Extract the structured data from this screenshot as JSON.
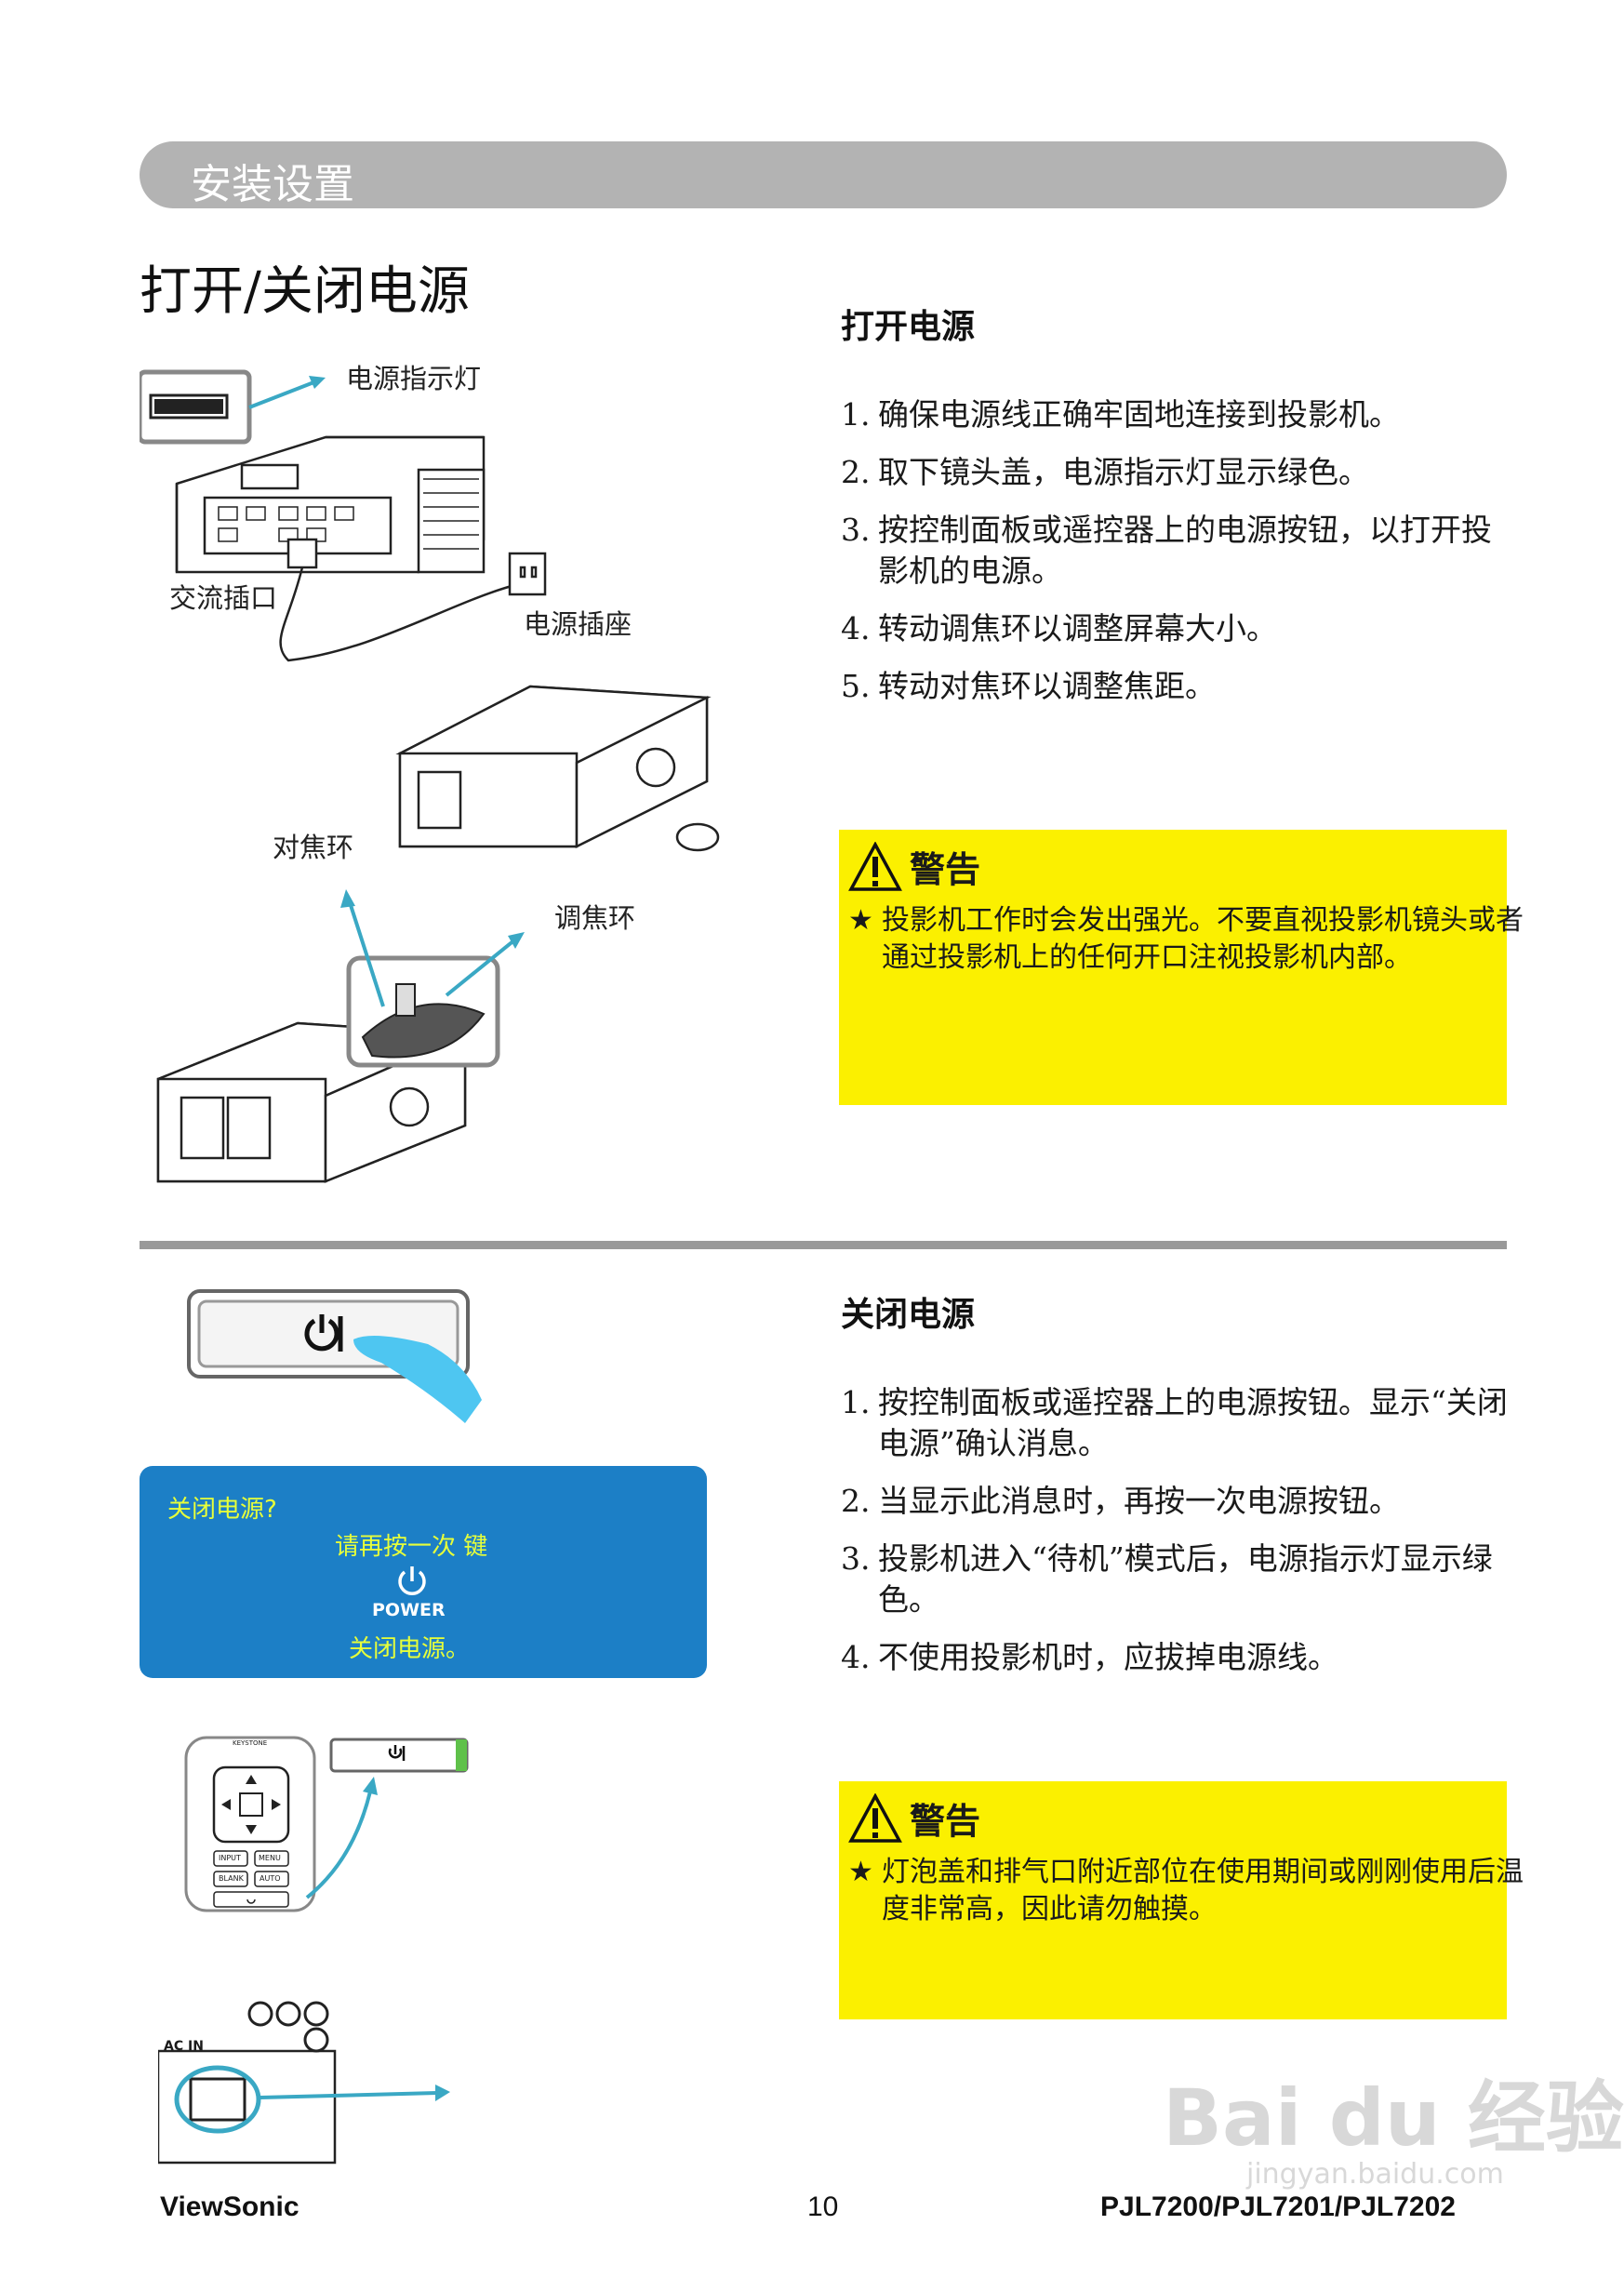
{
  "header": {
    "section": "安装设置"
  },
  "page_title": "打开/关闭电源",
  "power_on": {
    "heading": "打开电源",
    "steps": [
      {
        "num": "1.",
        "text": "确保电源线正确牢固地连接到投影机。"
      },
      {
        "num": "2.",
        "text": "取下镜头盖，电源指示灯显示绿色。"
      },
      {
        "num": "3.",
        "text": "按控制面板或遥控器上的电源按钮，以打开投影机的电源。"
      },
      {
        "num": "4.",
        "text": "转动调焦环以调整屏幕大小。"
      },
      {
        "num": "5.",
        "text": "转动对焦环以调整焦距。"
      }
    ],
    "warning": {
      "title": "警告",
      "star": "★",
      "text": "投影机工作时会发出强光。不要直视投影机镜头或者通过投影机上的任何开口注视投影机内部。"
    }
  },
  "power_off": {
    "heading": "关闭电源",
    "steps": [
      {
        "num": "1.",
        "text": "按控制面板或遥控器上的电源按钮。显示“关闭电源”确认消息。"
      },
      {
        "num": "2.",
        "text": "当显示此消息时，再按一次电源按钮。"
      },
      {
        "num": "3.",
        "text": "投影机进入“待机”模式后，电源指示灯显示绿色。"
      },
      {
        "num": "4.",
        "text": "不使用投影机时，应拔掉电源线。"
      }
    ],
    "warning": {
      "title": "警告",
      "star": "★",
      "text": "灯泡盖和排气口附近部位在使用期间或刚刚使用后温度非常高，因此请勿触摸。"
    }
  },
  "diagram_labels": {
    "power_indicator": "电源指示灯",
    "ac_inlet": "交流插口",
    "power_outlet": "电源插座",
    "focus_ring": "对焦环",
    "zoom_ring": "调焦环",
    "ac_in": "AC IN"
  },
  "osd": {
    "line1": "关闭电源?",
    "line2": "请再按一次  键",
    "power_word": "POWER",
    "line3": "关闭电源。"
  },
  "remote": {
    "keystone": "KEYSTONE",
    "input": "INPUT",
    "menu": "MENU",
    "blank": "BLANK",
    "auto": "AUTO"
  },
  "footer": {
    "brand": "ViewSonic",
    "page": "10",
    "model": "PJL7200/PJL7201/PJL7202"
  },
  "watermark": {
    "main": "Bai du 经验",
    "url": "jingyan.baidu.com"
  },
  "colors": {
    "header_bar": "#b3b3b3",
    "warning_bg": "#fbf000",
    "osd_bg": "#1c7fc6",
    "osd_text": "#e7ff3a",
    "arrow": "#3aa8c4"
  }
}
